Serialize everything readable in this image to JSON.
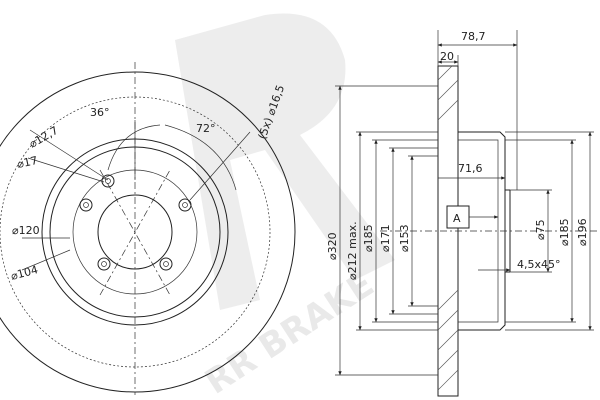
{
  "watermark": {
    "brand_text": "RR BRAKE"
  },
  "front_view": {
    "angle_a": "36°",
    "angle_b": "72°",
    "bolt_holes": "(5x) ⌀16,5",
    "d_12_7": "⌀12,7",
    "d_17": "⌀17",
    "d_120": "⌀120",
    "d_104": "⌀104"
  },
  "side_view": {
    "total_width": "78,7",
    "disc_thickness": "20",
    "hat_depth": "71,6",
    "d_320": "⌀320",
    "d_212_max": "⌀212 max.",
    "d_185_left": "⌀185",
    "d_171": "⌀171",
    "d_153": "⌀153",
    "datum": "A",
    "d_75": "⌀75",
    "d_185_right": "⌀185",
    "d_196": "⌀196",
    "chamfer": "4,5x45°"
  }
}
